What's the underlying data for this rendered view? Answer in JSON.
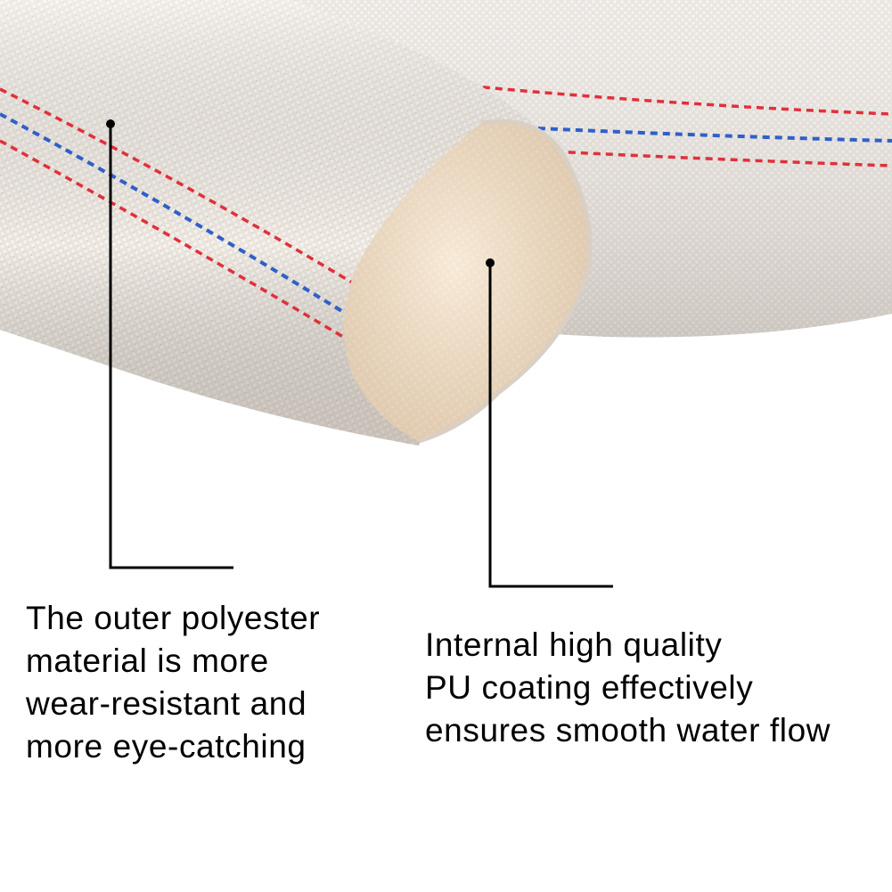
{
  "callouts": {
    "outer": {
      "lines": [
        "The outer polyester",
        "material is more",
        "wear-resistant and",
        "more eye-catching"
      ]
    },
    "inner": {
      "lines": [
        "Internal high quality",
        "PU coating effectively",
        "ensures smooth water flow"
      ]
    }
  },
  "colors": {
    "hose_fabric": "#ece6df",
    "hose_lining": "#efdcc4",
    "stripe_red": "#e0303a",
    "stripe_blue": "#2f5fc8",
    "leader_line": "#000000",
    "text": "#000000"
  }
}
